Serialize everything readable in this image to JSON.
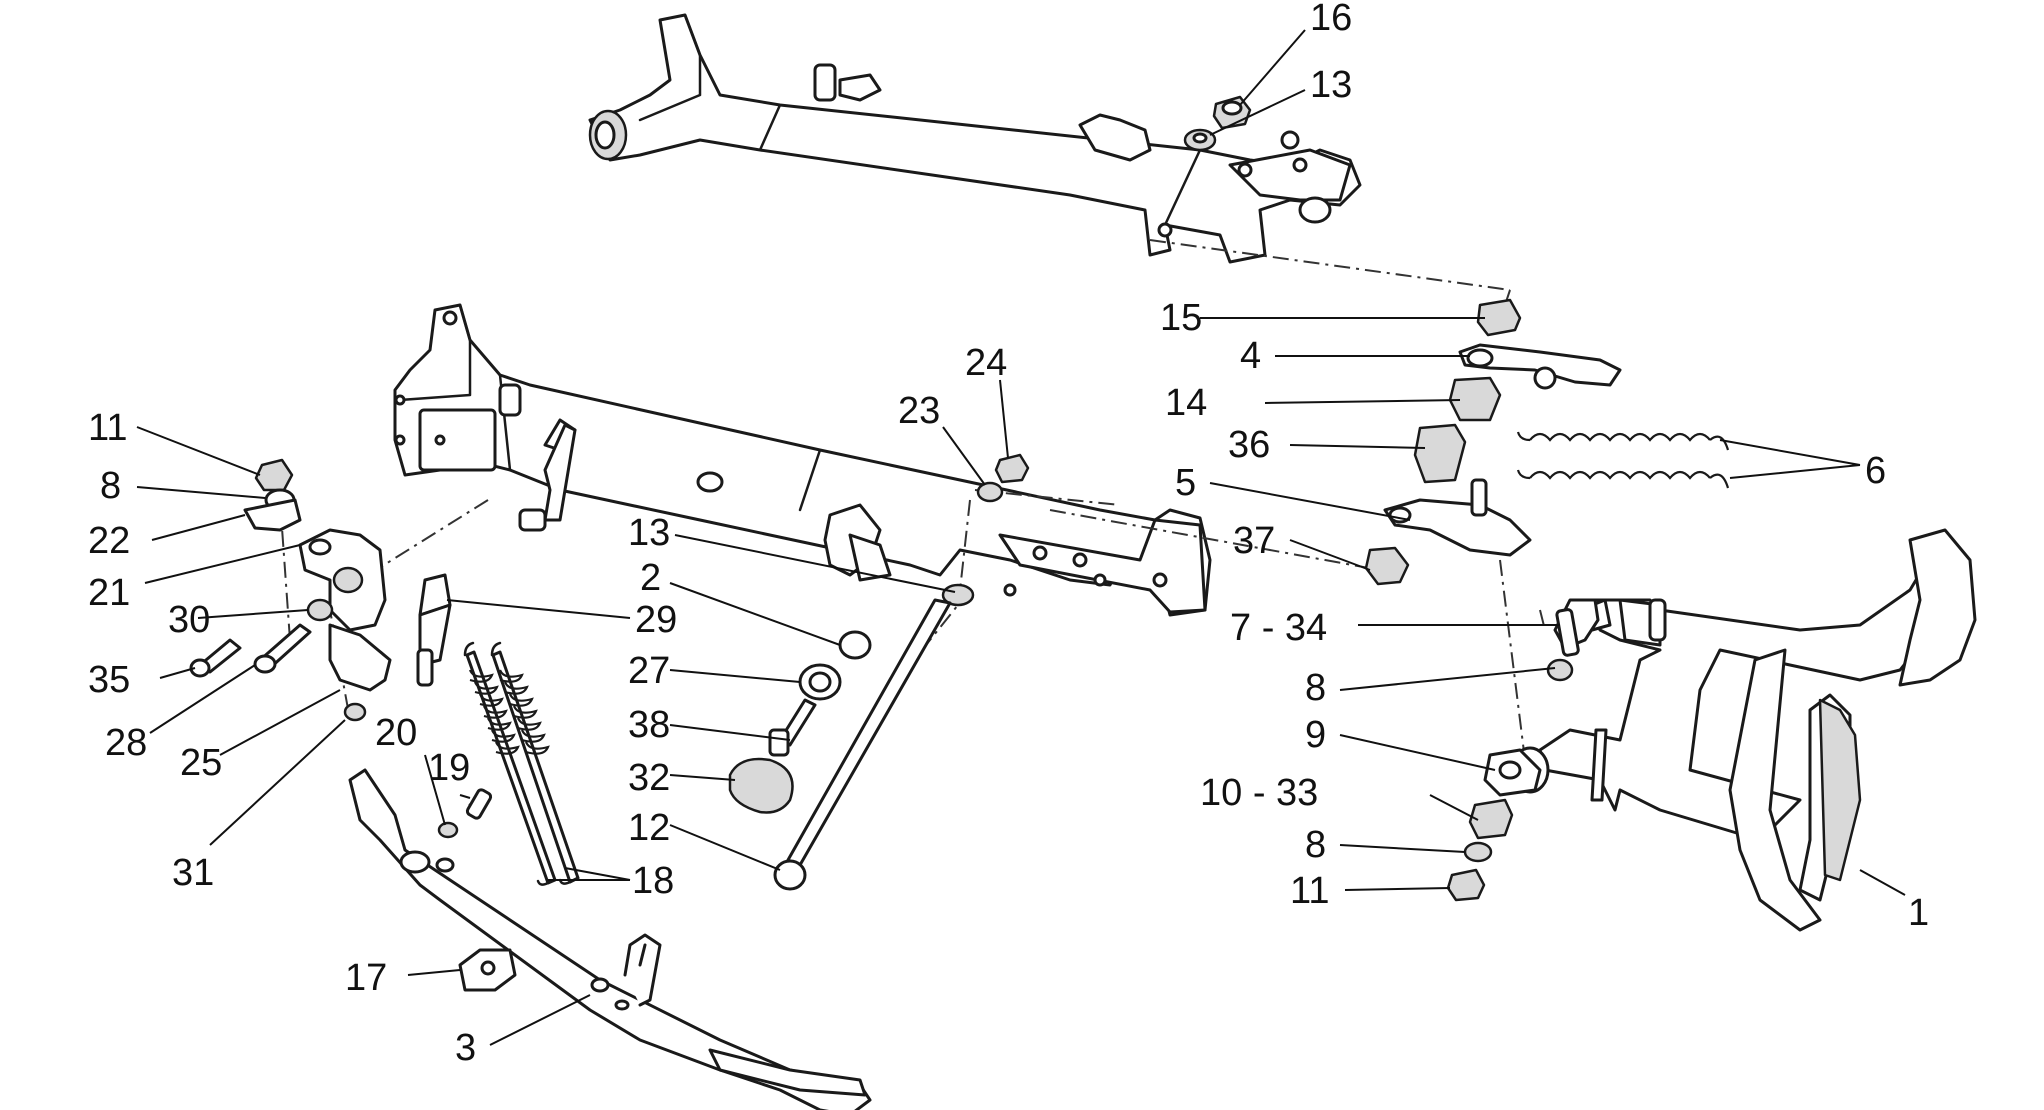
{
  "callouts": [
    {
      "id": "c16",
      "text": "16"
    },
    {
      "id": "c13a",
      "text": "13"
    },
    {
      "id": "c15",
      "text": "15"
    },
    {
      "id": "c4",
      "text": "4"
    },
    {
      "id": "c14",
      "text": "14"
    },
    {
      "id": "c36",
      "text": "36"
    },
    {
      "id": "c5",
      "text": "5"
    },
    {
      "id": "c6",
      "text": "6"
    },
    {
      "id": "c37",
      "text": "37"
    },
    {
      "id": "c7_34",
      "text": "7 - 34"
    },
    {
      "id": "c8a",
      "text": "8"
    },
    {
      "id": "c9",
      "text": "9"
    },
    {
      "id": "c10_33",
      "text": "10 - 33"
    },
    {
      "id": "c8b",
      "text": "8"
    },
    {
      "id": "c11b",
      "text": "11"
    },
    {
      "id": "c1",
      "text": "1"
    },
    {
      "id": "c24",
      "text": "24"
    },
    {
      "id": "c23",
      "text": "23"
    },
    {
      "id": "c13b",
      "text": "13"
    },
    {
      "id": "c2",
      "text": "2"
    },
    {
      "id": "c27",
      "text": "27"
    },
    {
      "id": "c38",
      "text": "38"
    },
    {
      "id": "c32",
      "text": "32"
    },
    {
      "id": "c12",
      "text": "12"
    },
    {
      "id": "c11a",
      "text": "11"
    },
    {
      "id": "c8c",
      "text": "8"
    },
    {
      "id": "c22",
      "text": "22"
    },
    {
      "id": "c21",
      "text": "21"
    },
    {
      "id": "c30",
      "text": "30"
    },
    {
      "id": "c29",
      "text": "29"
    },
    {
      "id": "c35",
      "text": "35"
    },
    {
      "id": "c28",
      "text": "28"
    },
    {
      "id": "c25",
      "text": "25"
    },
    {
      "id": "c20",
      "text": "20"
    },
    {
      "id": "c19",
      "text": "19"
    },
    {
      "id": "c18",
      "text": "18"
    },
    {
      "id": "c31",
      "text": "31"
    },
    {
      "id": "c17",
      "text": "17"
    },
    {
      "id": "c3",
      "text": "3"
    }
  ]
}
